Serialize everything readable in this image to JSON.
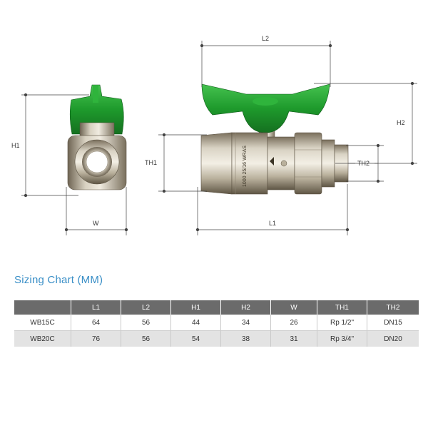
{
  "dimensions": {
    "h1": "H1",
    "w": "W",
    "l2": "L2",
    "h2": "H2",
    "th1": "TH1",
    "th2": "TH2",
    "l1": "L1"
  },
  "body_marking": "1000 25/16 WRAS",
  "chart_title": "Sizing Chart (MM)",
  "table": {
    "headers": [
      "",
      "L1",
      "L2",
      "H1",
      "H2",
      "W",
      "TH1",
      "TH2"
    ],
    "rows": [
      [
        "WB15C",
        "64",
        "56",
        "44",
        "34",
        "26",
        "Rp 1/2\"",
        "DN15"
      ],
      [
        "WB20C",
        "76",
        "56",
        "54",
        "38",
        "31",
        "Rp 3/4\"",
        "DN20"
      ]
    ]
  },
  "colors": {
    "handle_green": "#1e9a2c",
    "chart_title_blue": "#3a8fc7",
    "header_gray": "#6b6b6b",
    "stripe_gray": "#e3e3e3"
  }
}
